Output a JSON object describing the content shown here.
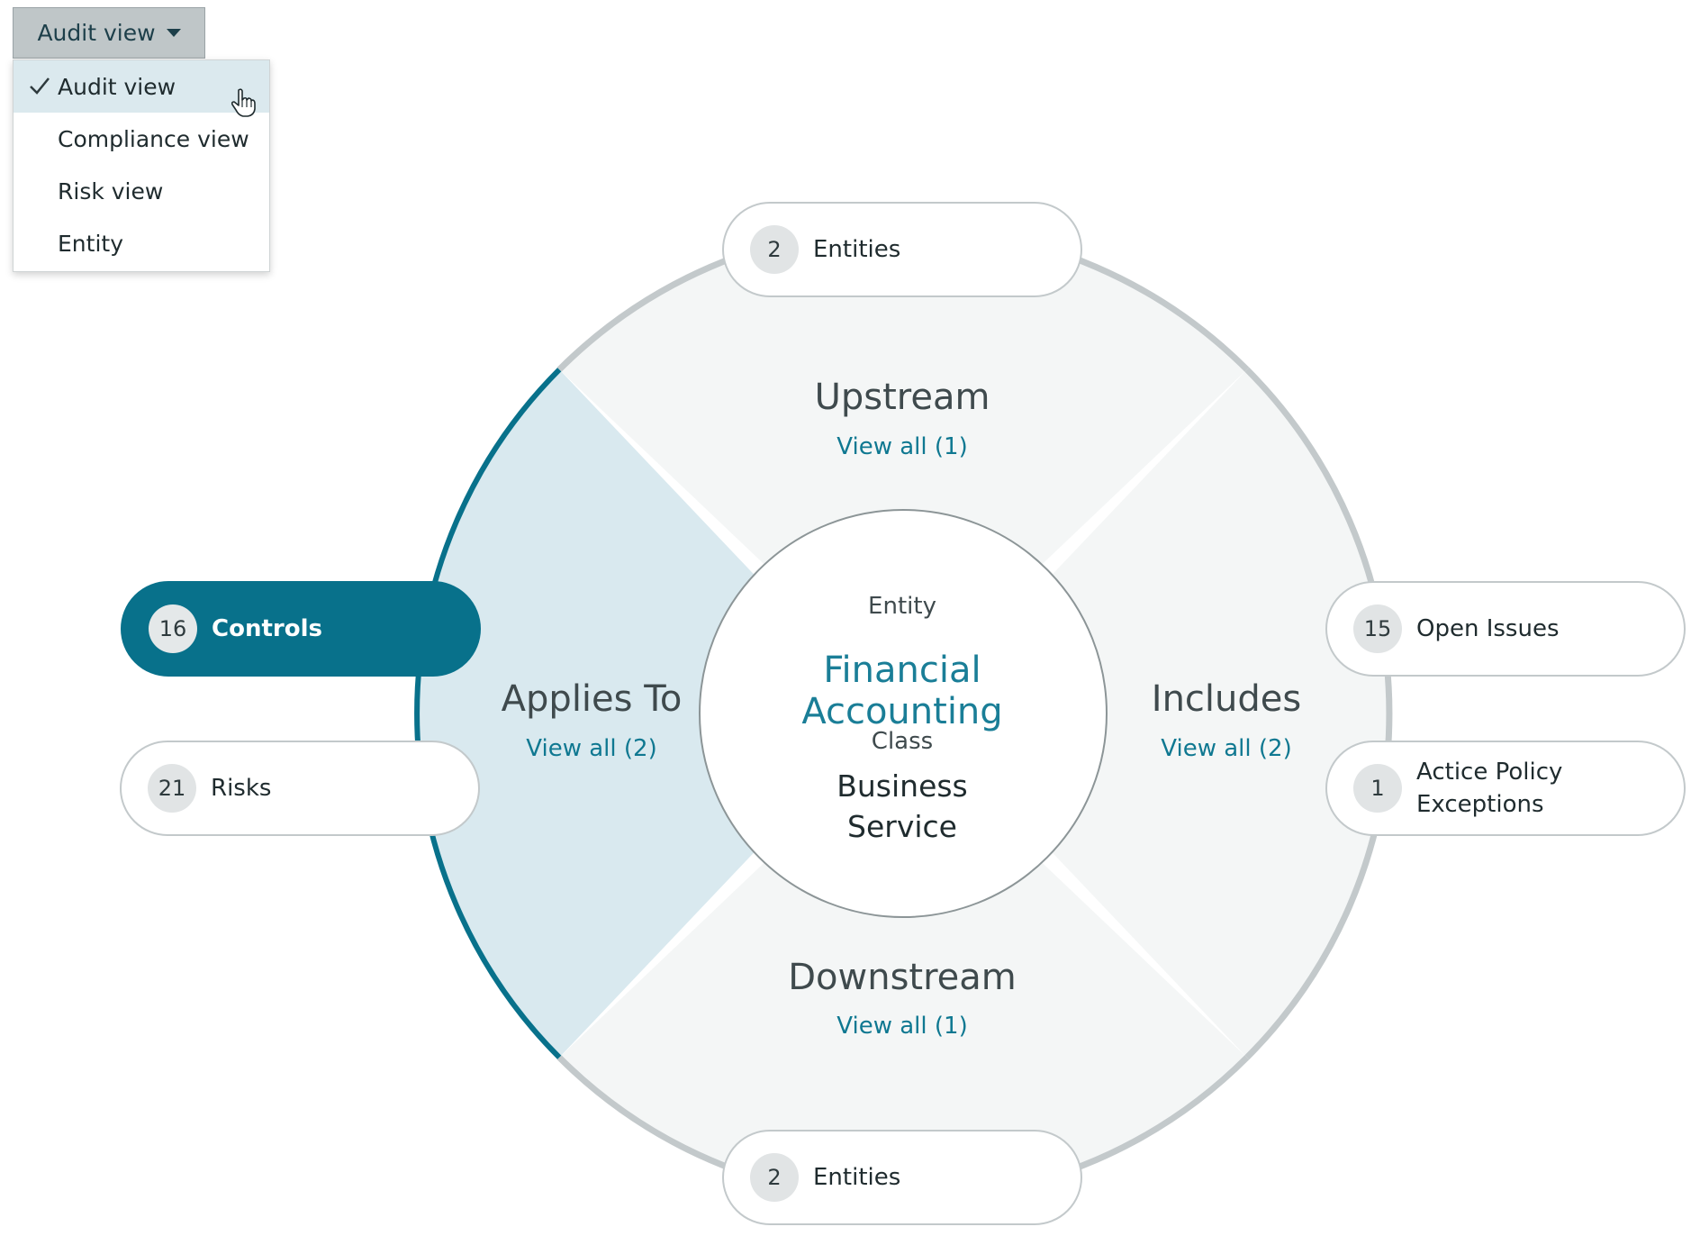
{
  "view_selector": {
    "current": "Audit view",
    "options": [
      {
        "label": "Audit view",
        "selected": true
      },
      {
        "label": "Compliance view",
        "selected": false
      },
      {
        "label": "Risk view",
        "selected": false
      },
      {
        "label": "Entity",
        "selected": false
      }
    ]
  },
  "center": {
    "entity_label": "Entity",
    "entity_name": "Financial Accounting",
    "class_label": "Class",
    "class_value_line1": "Business",
    "class_value_line2": "Service"
  },
  "sectors": {
    "upstream": {
      "title": "Upstream",
      "link": "View all (1)"
    },
    "downstream": {
      "title": "Downstream",
      "link": "View all (1)"
    },
    "applies_to": {
      "title": "Applies To",
      "link": "View all (2)"
    },
    "includes": {
      "title": "Includes",
      "link": "View all (2)"
    }
  },
  "pills": {
    "upstream_entities": {
      "count": "2",
      "label": "Entities"
    },
    "downstream_entities": {
      "count": "2",
      "label": "Entities"
    },
    "controls": {
      "count": "16",
      "label": "Controls"
    },
    "risks": {
      "count": "21",
      "label": "Risks"
    },
    "open_issues": {
      "count": "15",
      "label": "Open Issues"
    },
    "policy_exceptions": {
      "count": "1",
      "label_line1": "Actice Policy",
      "label_line2": "Exceptions"
    }
  },
  "colors": {
    "accent": "#08718b",
    "selected_sector_fill": "#d9e9ef",
    "sector_fill": "#f4f6f6",
    "arc_grey": "#c3c9cb"
  },
  "selected_sector": "applies_to"
}
